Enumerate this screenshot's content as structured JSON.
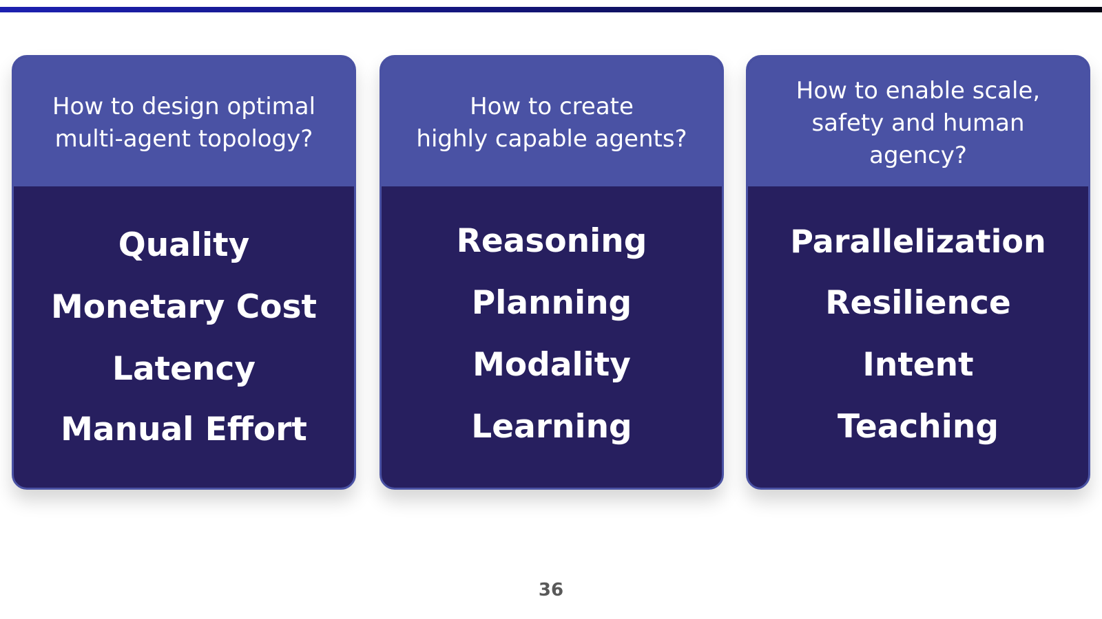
{
  "colors": {
    "top_bar_start": "#1c20b0",
    "top_bar_end": "#050512",
    "card_header": "#4a52a4",
    "card_body": "#271f5f",
    "card_text": "#ffffff",
    "page_number": "#595959"
  },
  "cards": [
    {
      "header": "How to design optimal\nmulti-agent topology?",
      "items": [
        "Quality",
        "Monetary Cost",
        "Latency",
        "Manual Effort"
      ]
    },
    {
      "header": "How to create\nhighly capable agents?",
      "items": [
        "Reasoning",
        "Planning",
        "Modality",
        "Learning"
      ]
    },
    {
      "header": "How to enable scale,\nsafety and human\nagency?",
      "items": [
        "Parallelization",
        "Resilience",
        "Intent",
        "Teaching"
      ]
    }
  ],
  "footer": {
    "page_number": "36"
  }
}
